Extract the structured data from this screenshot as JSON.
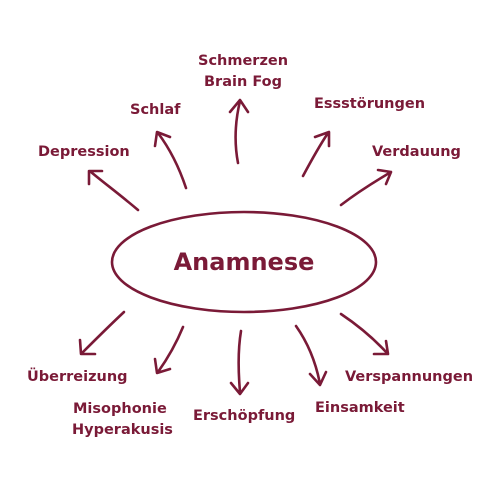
{
  "diagram": {
    "center_label": "Anamnese",
    "accent_color": "#7a1a37",
    "labels": {
      "schmerzen": "Schmerzen",
      "brain_fog": "Brain Fog",
      "schlaf": "Schlaf",
      "essstoerungen": "Essstörungen",
      "depression": "Depression",
      "verdauung": "Verdauung",
      "ueberreizung": "Überreizung",
      "misophonie": "Misophonie",
      "hyperakusis": "Hyperakusis",
      "erschoepfung": "Erschöpfung",
      "einsamkeit": "Einsamkeit",
      "verspannungen": "Verspannungen"
    }
  }
}
